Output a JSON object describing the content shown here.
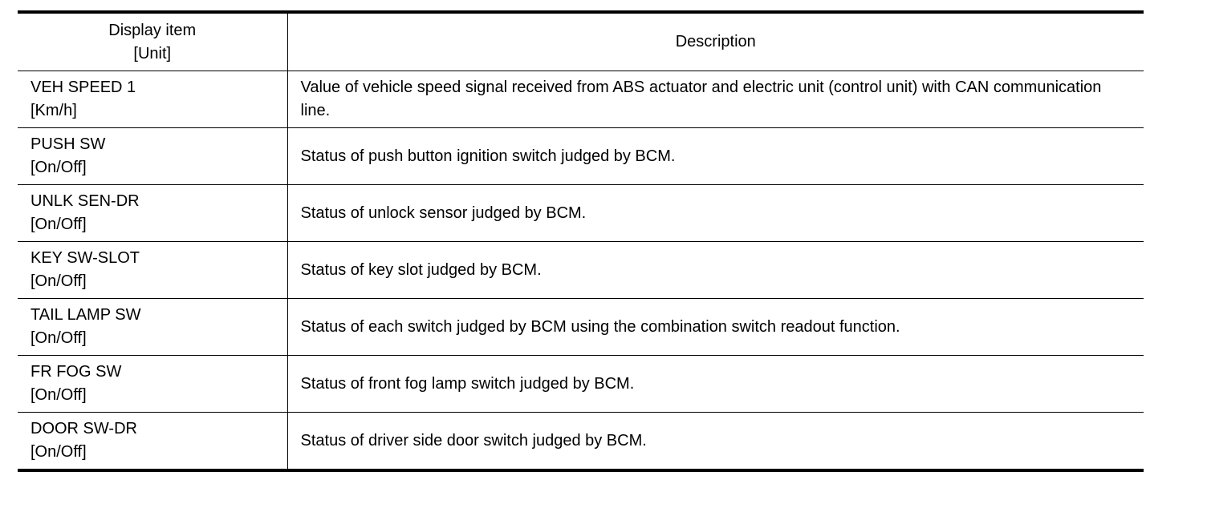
{
  "table": {
    "headers": {
      "item_line1": "Display item",
      "item_line2": "[Unit]",
      "description": "Description"
    },
    "rows": [
      {
        "item": "VEH SPEED 1",
        "unit": "[Km/h]",
        "description": "Value of vehicle speed signal received from ABS actuator and electric unit (control unit) with CAN communication line."
      },
      {
        "item": "PUSH SW",
        "unit": "[On/Off]",
        "description": "Status of push button ignition switch judged by BCM."
      },
      {
        "item": "UNLK SEN-DR",
        "unit": "[On/Off]",
        "description": "Status of unlock sensor judged by BCM."
      },
      {
        "item": "KEY SW-SLOT",
        "unit": "[On/Off]",
        "description": "Status of key slot judged by BCM."
      },
      {
        "item": "TAIL LAMP SW",
        "unit": "[On/Off]",
        "description": "Status of each switch judged by BCM using the combination switch readout function."
      },
      {
        "item": "FR FOG SW",
        "unit": "[On/Off]",
        "description": "Status of front fog lamp switch judged by BCM."
      },
      {
        "item": "DOOR SW-DR",
        "unit": "[On/Off]",
        "description": "Status of driver side door switch judged by BCM."
      }
    ]
  }
}
